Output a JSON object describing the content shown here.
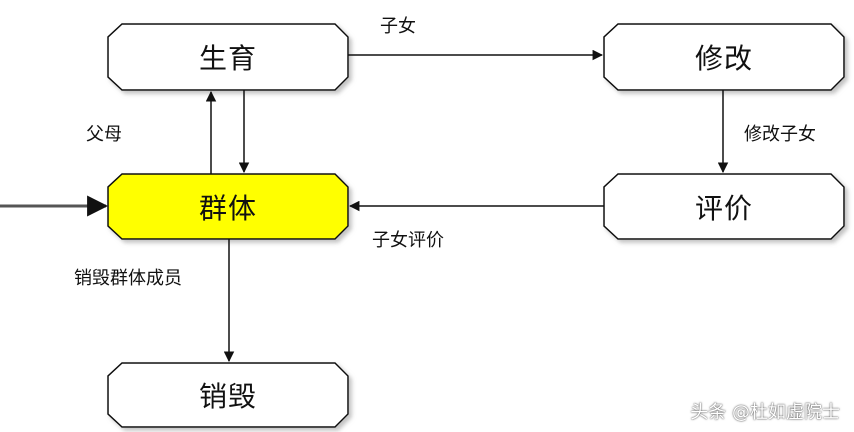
{
  "nodes": {
    "reproduce": "生育",
    "mutate": "修改",
    "population": "群体",
    "evaluate": "评价",
    "destroy": "销毁"
  },
  "edges": {
    "offspring": "子女",
    "parents": "父母",
    "modify_offspring": "修改子女",
    "offspring_evaluation": "子女评价",
    "destroy_members": "销毁群体成员"
  },
  "watermark": "头条 @杜如虚院士",
  "colors": {
    "highlight": "#ffff00",
    "node_fill": "#ffffff",
    "stroke": "#111111"
  }
}
